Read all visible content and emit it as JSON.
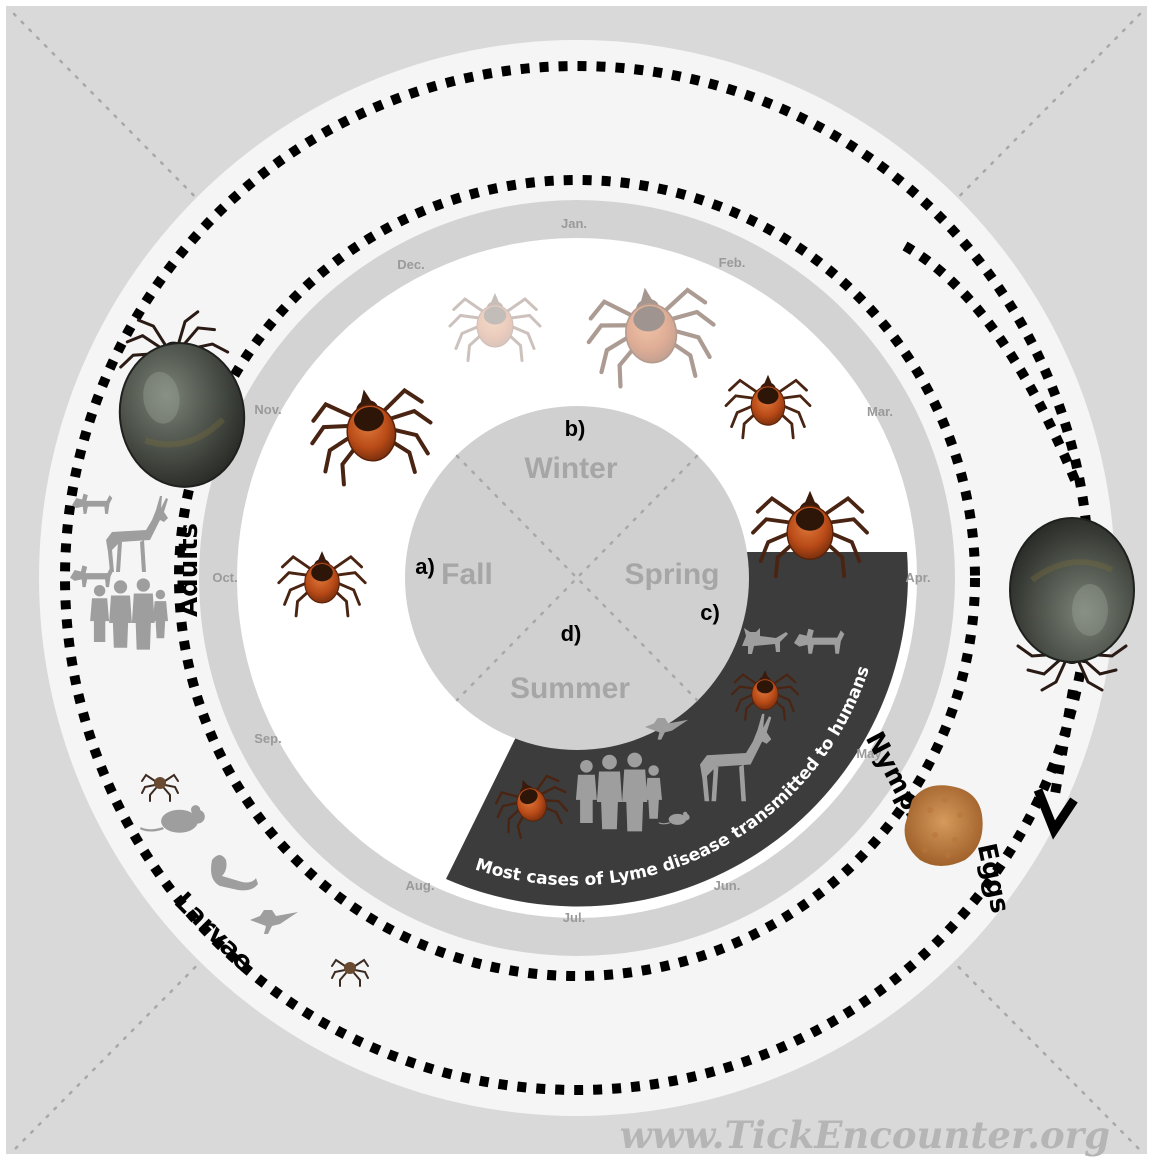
{
  "months": [
    "Jan.",
    "Feb.",
    "Mar.",
    "Apr.",
    "May",
    "Jun.",
    "Jul.",
    "Aug.",
    "Sep.",
    "Oct.",
    "Nov.",
    "Dec."
  ],
  "seasons": {
    "winter": "Winter",
    "spring": "Spring",
    "summer": "Summer",
    "fall": "Fall"
  },
  "tags": {
    "a": "a)",
    "b": "b)",
    "c": "c)",
    "d": "d)"
  },
  "stages": {
    "adults": "Adults",
    "nymphs": "Nymphs",
    "larvae": "Larvae",
    "eggs": "Eggs"
  },
  "band_text": "Most cases of Lyme disease transmitted to humans",
  "website": "www.TickEncounter.org",
  "colors": {
    "background": "#d9d9d9",
    "outer_ring": "#f5f5f5",
    "month_ring": "#d3d3d3",
    "season_disc": "#d0d0d0",
    "risk_band": "#3c3c3c",
    "tick_body": "#c0531f",
    "engorged_tick": "#4a5046",
    "silhouette": "#9e9e9e"
  },
  "icons": [
    "engorged-adult-tick",
    "adult-female-tick",
    "adult-male-tick",
    "nymph-tick",
    "larva-tick",
    "egg-mass",
    "dog-silhouette",
    "deer-silhouette",
    "cat-silhouette",
    "bird-silhouette",
    "mouse-silhouette",
    "chipmunk-silhouette",
    "human-family-silhouette",
    "cycle-arrow"
  ]
}
